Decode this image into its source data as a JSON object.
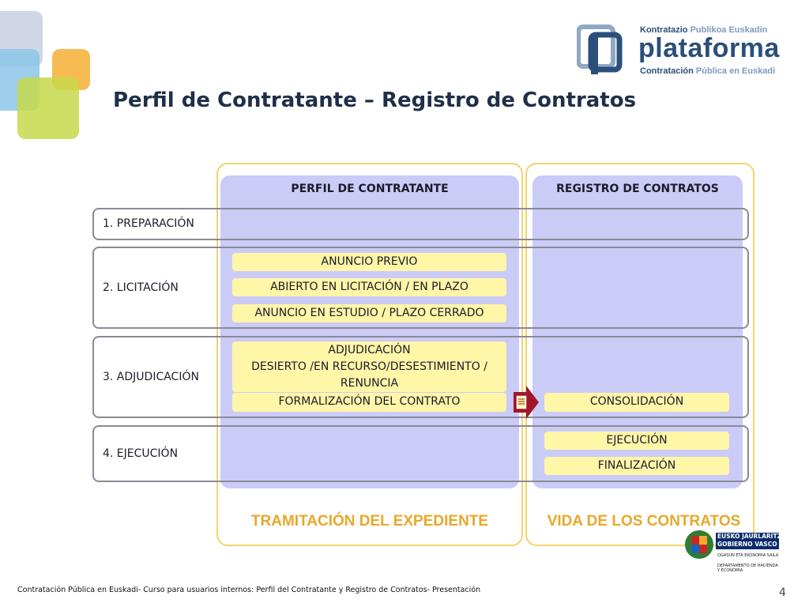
{
  "title": "Perfil de Contratante – Registro de Contratos",
  "logo": {
    "line1_a": "Kontratazio",
    "line1_b": "Publikoa Euskadin",
    "main": "plataforma",
    "line3_a": "Contratación",
    "line3_b": "Pública en Euskadi"
  },
  "columns": {
    "perfil": {
      "header": "PERFIL DE CONTRATANTE",
      "caption": "TRAMITACIÓN DEL EXPEDIENTE"
    },
    "registro": {
      "header": "REGISTRO DE CONTRATOS",
      "caption": "VIDA DE LOS CONTRATOS"
    }
  },
  "phases": [
    {
      "label": "1. PREPARACIÓN"
    },
    {
      "label": "2. LICITACIÓN"
    },
    {
      "label": "3. ADJUDICACIÓN"
    },
    {
      "label": "4. EJECUCIÓN"
    }
  ],
  "perfil_items": {
    "anuncio_previo": "ANUNCIO PREVIO",
    "abierto": "ABIERTO EN LICITACIÓN / EN PLAZO",
    "anuncio_estudio": "ANUNCIO EN ESTUDIO / PLAZO CERRADO",
    "adjudicacion": "ADJUDICACIÓN",
    "desierto": "DESIERTO /EN RECURSO/DESESTIMIENTO / RENUNCIA",
    "formalizacion": "FORMALIZACIÓN DEL CONTRATO"
  },
  "registro_items": {
    "consolidacion": "CONSOLIDACIÓN",
    "ejecucion": "EJECUCIÓN",
    "finalizacion": "FINALIZACIÓN"
  },
  "gov_logo": {
    "line1": "EUSKO JAURLARITZA",
    "line2": "GOBIERNO VASCO",
    "dept1": "OGASUN ETA EKONOMIA SAILA",
    "dept2": "DEPARTAMENTO DE HACIENDA Y ECONOMÍA"
  },
  "footer": "Contratación Pública en Euskadi- Curso para usuarios internos: Perfil del Contratante y Registro de Contratos- Presentación",
  "page_number": "4",
  "colors": {
    "title": "#1f2f4a",
    "column_border": "#f3d36e",
    "column_fill": "#cbcbf7",
    "pill_fill": "#fff6a8",
    "caption": "#e8a82a",
    "arrow": "#a0162b"
  }
}
